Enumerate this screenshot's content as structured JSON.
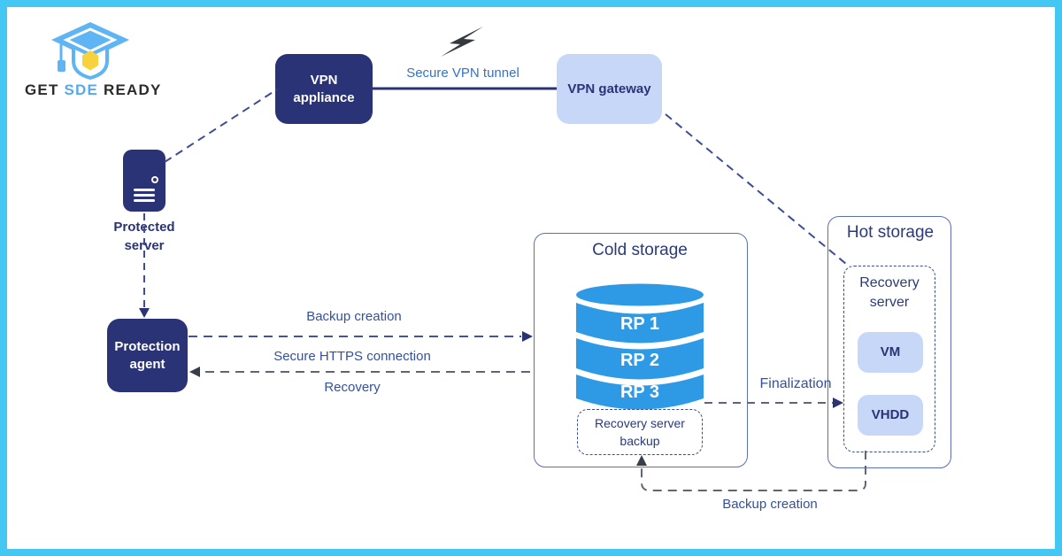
{
  "brand": {
    "get": "GET",
    "sde": "SDE",
    "ready": "READY"
  },
  "nodes": {
    "vpn_appliance": "VPN appliance",
    "vpn_gateway": "VPN gateway",
    "protected_server": "Protected server",
    "protection_agent": "Protection agent",
    "cold_storage": "Cold storage",
    "hot_storage": "Hot storage",
    "recovery_points": [
      "RP 1",
      "RP 2",
      "RP 3"
    ],
    "recovery_server_backup": "Recovery server backup",
    "recovery_server": "Recovery server",
    "vm": "VM",
    "vhdd": "VHDD"
  },
  "edges": {
    "secure_vpn_tunnel": "Secure VPN tunnel",
    "backup_creation": "Backup creation",
    "secure_https_connection": "Secure HTTPS connection",
    "recovery": "Recovery",
    "finalization": "Finalization",
    "backup_creation_bottom": "Backup creation"
  },
  "colors": {
    "frame_cyan": "#45C7F3",
    "navy": "#2A3376",
    "light_blue": "#C7D7F8",
    "bright_blue": "#2E9AE6",
    "label_blue": "#33519E",
    "tunnel_blue": "#3672C6",
    "logo_blue": "#5FB5F4",
    "logo_yellow": "#F6D33C"
  }
}
